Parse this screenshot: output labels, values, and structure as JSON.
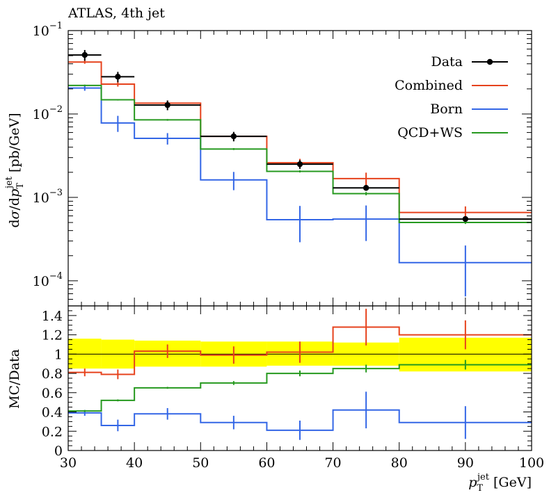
{
  "chart_data": [
    {
      "type": "line",
      "panel": "main",
      "title": "ATLAS, 4th jet",
      "ylabel": "dσ/dp_T^jet [pb/GeV]",
      "xlabel": "",
      "y_scale": "log",
      "xlim": [
        30,
        100
      ],
      "ylim": [
        5e-05,
        0.1
      ],
      "y_tick_labels": [
        {
          "value": 0.1,
          "base": "10",
          "exp": "−1"
        },
        {
          "value": 0.01,
          "base": "10",
          "exp": "−2"
        },
        {
          "value": 0.001,
          "base": "10",
          "exp": "−3"
        },
        {
          "value": 0.0001,
          "base": "10",
          "exp": "−4"
        }
      ],
      "bin_edges": [
        30,
        35,
        40,
        50,
        60,
        70,
        80,
        100
      ],
      "legend_position": "top-right",
      "series": [
        {
          "name": "Data",
          "style": "points",
          "color": "#000000",
          "x": [
            32.5,
            37.5,
            45,
            55,
            65,
            75,
            90
          ],
          "y": [
            0.051,
            0.028,
            0.0128,
            0.0054,
            0.0025,
            0.0013,
            0.00055
          ],
          "y_err_low": [
            0.0075,
            0.004,
            0.0017,
            0.0007,
            0.0003,
            0.0001,
            4e-05
          ],
          "y_err_high": [
            0.0075,
            0.004,
            0.0017,
            0.0007,
            0.0003,
            0.0001,
            4e-05
          ]
        },
        {
          "name": "Combined",
          "style": "step",
          "color": "#e6421c",
          "values": [
            0.042,
            0.0228,
            0.0135,
            0.0054,
            0.0026,
            0.00168,
            0.00066
          ],
          "err": [
            0.002,
            0.0015,
            0.001,
            0.0005,
            0.0003,
            0.0003,
            0.00012
          ]
        },
        {
          "name": "Born",
          "style": "step",
          "color": "#3366e6",
          "values": [
            0.0205,
            0.0078,
            0.0051,
            0.00162,
            0.00054,
            0.00055,
            0.000165
          ],
          "err": [
            0.0015,
            0.0017,
            0.0008,
            0.0004,
            0.00025,
            0.00025,
            0.0001
          ]
        },
        {
          "name": "QCD+WS",
          "style": "step",
          "color": "#26991f",
          "values": [
            0.022,
            0.0148,
            0.0085,
            0.0038,
            0.00205,
            0.00111,
            0.0005
          ],
          "err": [
            0.0005,
            0.0003,
            0.0002,
            0.0001,
            6e-05,
            5e-05,
            2e-05
          ]
        }
      ]
    },
    {
      "type": "line",
      "panel": "ratio",
      "ylabel": "MC/Data",
      "xlabel": "p_T^jet [GeV]",
      "xlim": [
        30,
        100
      ],
      "ylim": [
        0,
        1.5
      ],
      "x_ticks": [
        30,
        40,
        50,
        60,
        70,
        80,
        90,
        100
      ],
      "y_ticks": [
        0,
        0.2,
        0.4,
        0.6,
        0.8,
        1,
        1.2,
        1.4
      ],
      "bin_edges": [
        30,
        35,
        40,
        50,
        60,
        70,
        80,
        100
      ],
      "reference_line": 1,
      "data_uncertainty_band": {
        "color": "#ffff00",
        "low": [
          0.85,
          0.85,
          0.87,
          0.87,
          0.88,
          0.88,
          0.82
        ],
        "high": [
          1.16,
          1.15,
          1.14,
          1.13,
          1.13,
          1.12,
          1.17
        ]
      },
      "series": [
        {
          "name": "Combined",
          "color": "#e6421c",
          "values": [
            0.81,
            0.79,
            1.03,
            0.99,
            1.02,
            1.28,
            1.2
          ],
          "err": [
            0.04,
            0.05,
            0.07,
            0.09,
            0.11,
            0.19,
            0.15
          ]
        },
        {
          "name": "Born",
          "color": "#3366e6",
          "values": [
            0.39,
            0.26,
            0.38,
            0.29,
            0.21,
            0.42,
            0.29
          ],
          "err": [
            0.03,
            0.06,
            0.06,
            0.07,
            0.1,
            0.19,
            0.17
          ]
        },
        {
          "name": "QCD+WS",
          "color": "#26991f",
          "values": [
            0.41,
            0.52,
            0.65,
            0.7,
            0.8,
            0.85,
            0.89
          ],
          "err": [
            0.01,
            0.01,
            0.01,
            0.02,
            0.03,
            0.04,
            0.05
          ]
        }
      ]
    }
  ]
}
